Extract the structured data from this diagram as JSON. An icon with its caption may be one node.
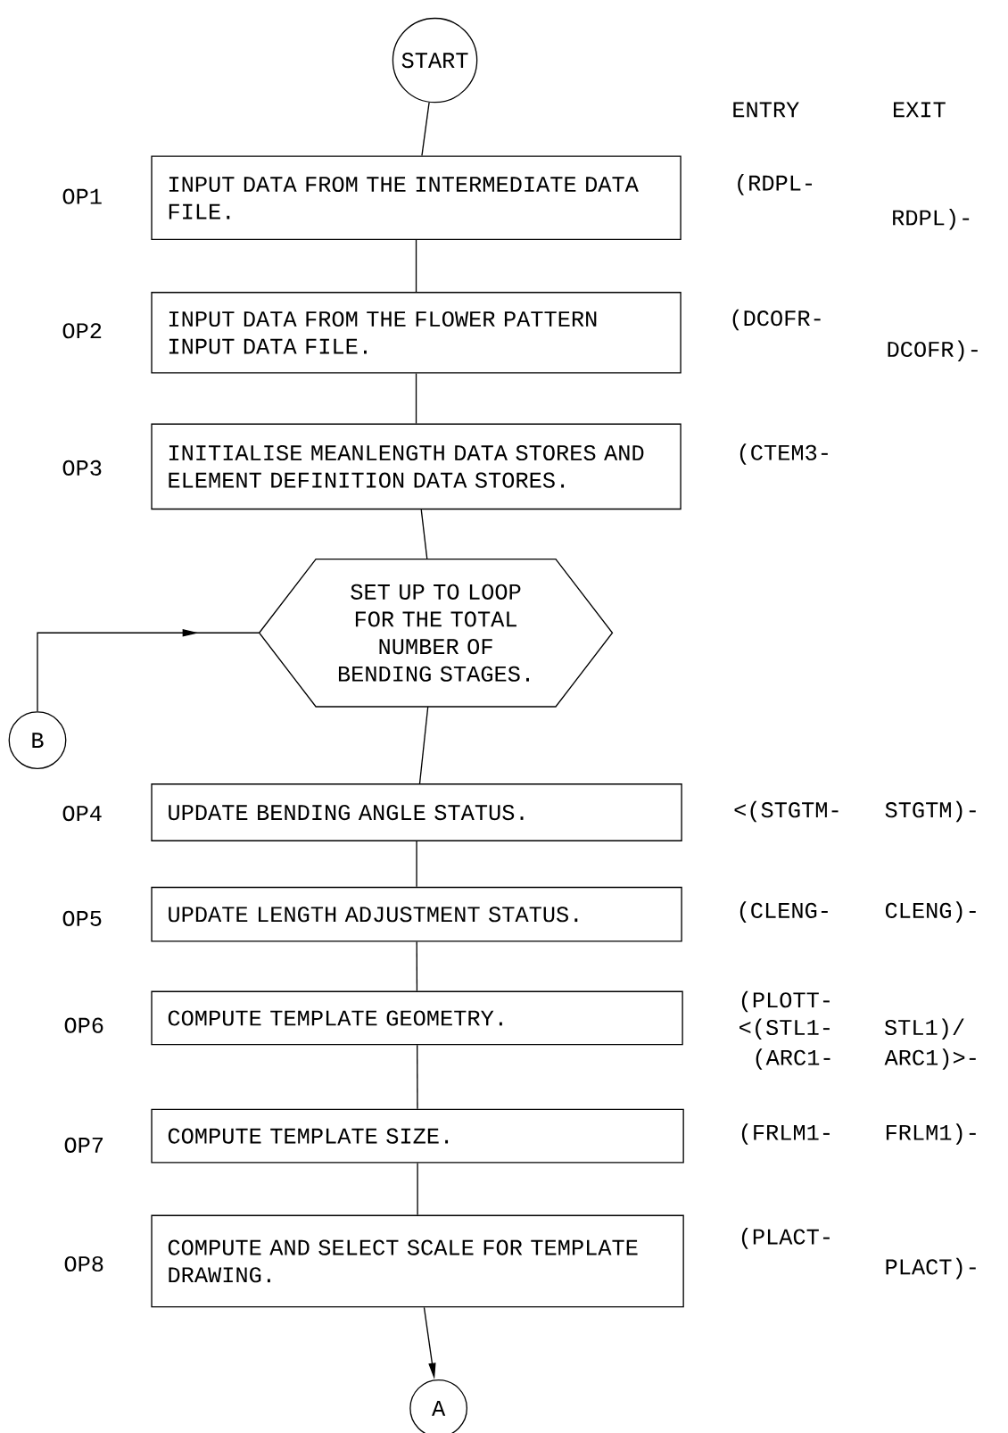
{
  "diagram": {
    "nodes": [
      {
        "text": [
          "START"
        ]
      },
      {
        "text": [
          "INPUT DATA FROM THE INTERMEDIATE DATA FILE."
        ],
        "beside": [
          "OP1"
        ]
      },
      {
        "text": [
          "INPUT DATA FROM THE FLOWER PATTERN INPUT DATA FILE."
        ],
        "beside": [
          "OP2"
        ]
      },
      {
        "text": [
          "INITIALISE MEANLENGTH DATA STORES AND ELEMENT DEFINITION DATA STORES."
        ],
        "beside": [
          "OP3"
        ]
      },
      {
        "text": [
          "SET UP TO LOOP FOR THE TOTAL NUMBER OF BENDING STAGES."
        ]
      },
      {
        "text": [
          "B"
        ]
      },
      {
        "text": [
          "UPDATE BENDING ANGLE STATUS."
        ],
        "beside": [
          "OP4"
        ]
      },
      {
        "text": [
          "UPDATE LENGTH ADJUSTMENT STATUS."
        ],
        "beside": [
          "OP5"
        ]
      },
      {
        "text": [
          "COMPUTE TEMPLATE GEOMETRY."
        ],
        "beside": [
          "OP6"
        ]
      },
      {
        "text": [
          "COMPUTE TEMPLATE SIZE."
        ],
        "beside": [
          "OP7"
        ]
      },
      {
        "text": [
          "COMPUTE AND SELECT SCALE FOR TEMPLATE DRAWING."
        ],
        "beside": [
          "OP8"
        ]
      },
      {
        "text": [
          "A"
        ]
      }
    ],
    "edges": [
      {
        "from": 0,
        "to": 1,
        "arrow": "none"
      },
      {
        "from": 1,
        "to": 2,
        "arrow": "none"
      },
      {
        "from": 2,
        "to": 3,
        "arrow": "none"
      },
      {
        "from": 3,
        "to": 4,
        "arrow": "none"
      },
      {
        "from": 5,
        "to": 4,
        "arrow": "to"
      },
      {
        "from": 4,
        "to": 6,
        "arrow": "none"
      },
      {
        "from": 6,
        "to": 7,
        "arrow": "none"
      },
      {
        "from": 7,
        "to": 8,
        "arrow": "none"
      },
      {
        "from": 8,
        "to": 9,
        "arrow": "none"
      },
      {
        "from": 9,
        "to": 10,
        "arrow": "none"
      },
      {
        "from": 10,
        "to": 11,
        "arrow": "to"
      }
    ],
    "labels": [
      "ENTRY",
      "EXIT",
      "(RDPL-",
      "RDPL)-",
      "(DCOFR-",
      "DCOFR)-",
      "(CTEM3-",
      "<(STGTM-",
      "STGTM)-",
      "(CLENG-",
      "CLENG)-",
      "(PLOTT-",
      "<(STL1-",
      "STL1)/",
      "(ARC1-",
      "ARC1)>-",
      "(FRLM1-",
      "FRLM1)-",
      "(PLACT-",
      "PLACT)-"
    ]
  }
}
